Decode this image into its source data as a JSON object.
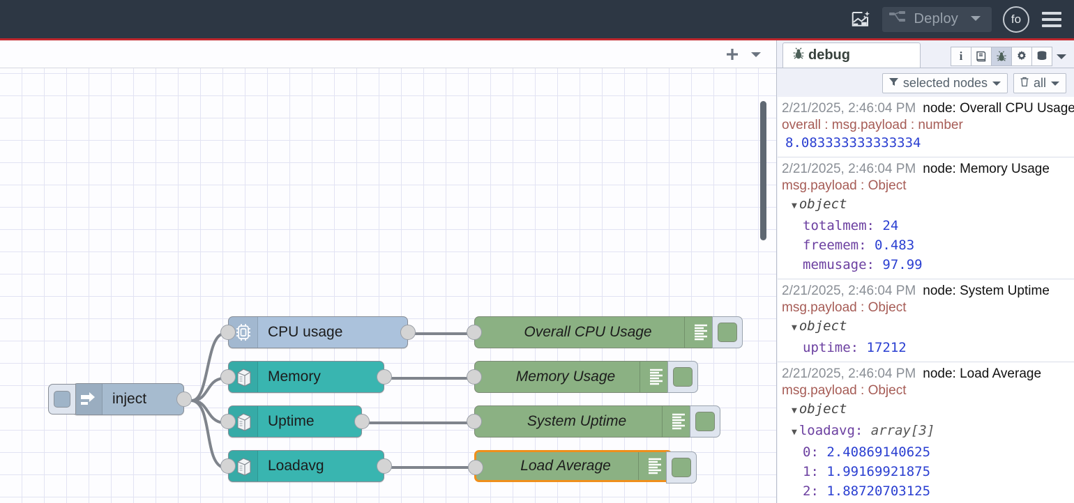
{
  "header": {
    "ai_icon": "ai-flow-generate-icon",
    "deploy_label": "Deploy",
    "deploy_caret_icon": "chevron-down-icon",
    "avatar_initials": "fo",
    "menu_icon": "hamburger-menu-icon",
    "background_color": "#2d3744",
    "accent_color": "#c1272d"
  },
  "workspace": {
    "tab_add_icon": "plus-icon",
    "tab_menu_icon": "chevron-down-icon",
    "grid_size": 32,
    "nodes": [
      {
        "id": "inject",
        "label": "inject",
        "icon": "inject-arrow-icon",
        "color": "#a6bbcf"
      },
      {
        "id": "cpu",
        "label": "CPU usage",
        "icon": "cpu-chip-icon",
        "color": "#abc2dc"
      },
      {
        "id": "memory",
        "label": "Memory",
        "icon": "server-icon",
        "color": "#39b5b0"
      },
      {
        "id": "uptime",
        "label": "Uptime",
        "icon": "server-icon",
        "color": "#39b5b0"
      },
      {
        "id": "loadavg",
        "label": "Loadavg",
        "icon": "server-icon",
        "color": "#39b5b0"
      }
    ],
    "debug_nodes": [
      {
        "id": "dcpu",
        "label": "Overall CPU Usage",
        "icon": "debug-lines-icon",
        "selected": false
      },
      {
        "id": "dmem",
        "label": "Memory Usage",
        "icon": "debug-lines-icon",
        "selected": false
      },
      {
        "id": "duptime",
        "label": "System Uptime",
        "icon": "debug-lines-icon",
        "selected": false
      },
      {
        "id": "dload",
        "label": "Load Average",
        "icon": "debug-lines-icon",
        "selected": true
      }
    ],
    "selection_color": "#ef8f1c"
  },
  "sidebar": {
    "tab_label": "debug",
    "tab_icon": "bug-icon",
    "icons": [
      {
        "name": "info-icon",
        "glyph": "i",
        "active": false
      },
      {
        "name": "help-book-icon",
        "glyph": "book",
        "active": false
      },
      {
        "name": "debug-bug-icon",
        "glyph": "bug",
        "active": true
      },
      {
        "name": "gear-icon",
        "glyph": "gear",
        "active": false
      },
      {
        "name": "context-data-icon",
        "glyph": "stack",
        "active": false
      }
    ],
    "more_caret_icon": "chevron-down-icon",
    "filter_label": "selected nodes",
    "filter_icon": "funnel-icon",
    "clear_label": "all",
    "clear_icon": "trash-icon",
    "caret_icon": "chevron-down-icon"
  },
  "debug_messages": [
    {
      "timestamp": "2/21/2025, 2:46:04 PM",
      "node": "node: Overall CPU Usage",
      "topic": "overall : msg.payload : number",
      "kind": "value",
      "value": "8.083333333333334"
    },
    {
      "timestamp": "2/21/2025, 2:46:04 PM",
      "node": "node: Memory Usage",
      "topic": "msg.payload : Object",
      "kind": "object",
      "object_label": "object",
      "rows": [
        {
          "key": "totalmem",
          "value": "24"
        },
        {
          "key": "freemem",
          "value": "0.483"
        },
        {
          "key": "memusage",
          "value": "97.99"
        }
      ]
    },
    {
      "timestamp": "2/21/2025, 2:46:04 PM",
      "node": "node: System Uptime",
      "topic": "msg.payload : Object",
      "kind": "object",
      "object_label": "object",
      "rows": [
        {
          "key": "uptime",
          "value": "17212"
        }
      ]
    },
    {
      "timestamp": "2/21/2025, 2:46:04 PM",
      "node": "node: Load Average",
      "topic": "msg.payload : Object",
      "kind": "array",
      "object_label": "object",
      "array_key": "loadavg",
      "array_type": "array[3]",
      "rows": [
        {
          "key": "0",
          "value": "2.40869140625"
        },
        {
          "key": "1",
          "value": "1.99169921875"
        },
        {
          "key": "2",
          "value": "1.88720703125"
        }
      ]
    }
  ]
}
